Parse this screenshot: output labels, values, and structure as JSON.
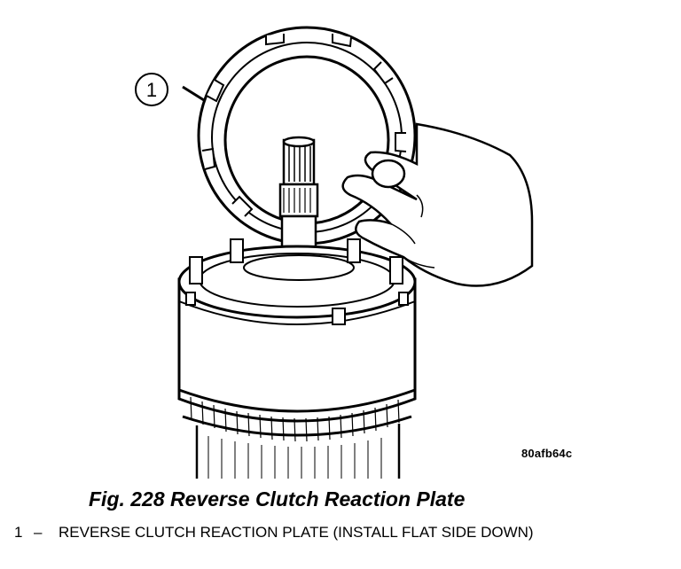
{
  "callout": {
    "number": "1"
  },
  "image_code": "80afb64c",
  "caption": "Fig. 228 Reverse Clutch Reaction Plate",
  "legend": [
    {
      "number": "1",
      "dash": "–",
      "text": "REVERSE CLUTCH REACTION PLATE (INSTALL FLAT SIDE DOWN)"
    }
  ]
}
